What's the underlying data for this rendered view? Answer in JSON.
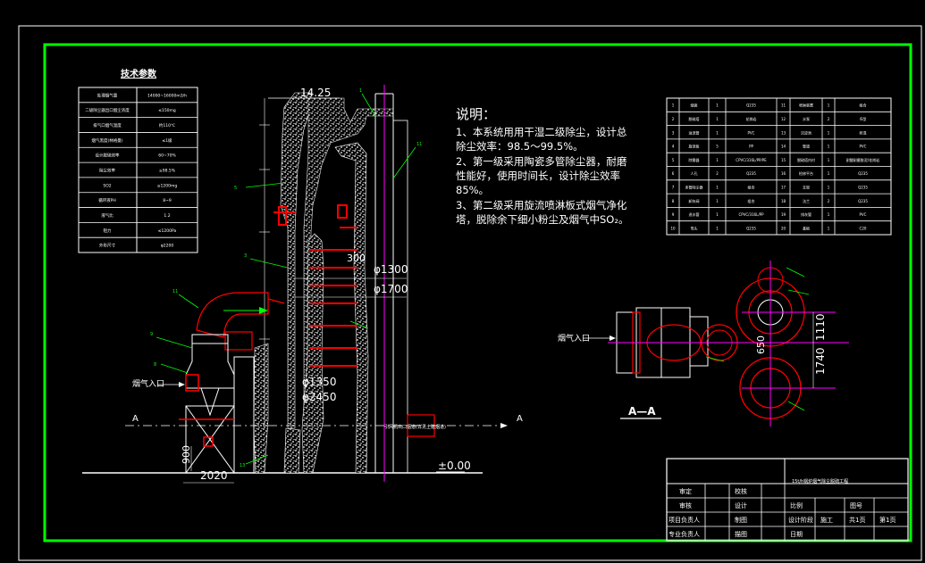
{
  "colors": {
    "background": "#000000",
    "frame": "#00ff00",
    "line": "#ffffff",
    "accent_red": "#ff0000",
    "magenta": "#ff00ff",
    "green_leader": "#00ff00"
  },
  "params_table": {
    "title": "技术参数",
    "rows": [
      {
        "name": "处理烟气量",
        "value": "14000~16000m3/h"
      },
      {
        "name": "二级除尘器出口烟尘浓度",
        "value": "≤150mg"
      },
      {
        "name": "排气口烟气温度",
        "value": "约110℃"
      },
      {
        "name": "烟气黑度(林格曼)",
        "value": "≤1级"
      },
      {
        "name": "设计脱硫效率",
        "value": "60~70%"
      },
      {
        "name": "除尘效率",
        "value": "≥98.5%"
      },
      {
        "name": "SO2",
        "value": "≤1200mg"
      },
      {
        "name": "循环液PH",
        "value": "8~9"
      },
      {
        "name": "液气比",
        "value": "1.2"
      },
      {
        "name": "阻力",
        "value": "≤1200Pa"
      },
      {
        "name": "外形尺寸",
        "value": "φ2200"
      }
    ]
  },
  "notes": {
    "title": "说明：",
    "lines": [
      "1、本系统用用干湿二级除尘，设计总",
      "除尘效率：98.5～99.5%。",
      "2、第一级采用陶瓷多管除尘器，耐磨",
      "性能好，使用时间长，设计除尘效率",
      "85%。",
      "3、第二级采用旋流喷淋板式烟气净化",
      "塔，脱除余下细小粉尘及烟气中SO₂。"
    ]
  },
  "parts_table": {
    "rows": [
      [
        "1",
        "烟囱",
        "1",
        "Q235",
        "11",
        "喷淋装置",
        "1",
        "组合"
      ],
      [
        "2",
        "脱硫塔",
        "1",
        "花岗岩",
        "12",
        "水泵",
        "2",
        "IS型"
      ],
      [
        "3",
        "溢流管",
        "1",
        "PVC",
        "13",
        "沉淀池",
        "1",
        "砖混"
      ],
      [
        "4",
        "旋流板",
        "5",
        "PP",
        "14",
        "管道",
        "1",
        "PVC"
      ],
      [
        "5",
        "除雾器",
        "1",
        "CPVC/316L/PP/PE",
        "15",
        "脱硫塔内衬",
        "1",
        "耐酸耐磨胶泥/花岗岩"
      ],
      [
        "6",
        "人孔",
        "2",
        "Q235",
        "16",
        "检修平台",
        "1",
        "Q235"
      ],
      [
        "7",
        "多管除尘器",
        "1",
        "组合",
        "17",
        "支架",
        "1",
        "Q235"
      ],
      [
        "8",
        "卸灰阀",
        "1",
        "组合",
        "18",
        "法兰",
        "2",
        "Q235"
      ],
      [
        "9",
        "进水管",
        "1",
        "CPVC/316L/PP",
        "19",
        "排灰管",
        "1",
        "PVC"
      ],
      [
        "10",
        "弯头",
        "1",
        "Q235",
        "20",
        "基础",
        "1",
        "C20"
      ]
    ]
  },
  "elevation": {
    "top_mark": "14.25",
    "ground_mark": "±0.00",
    "dia_1300": "φ1300",
    "dia_1700": "φ1700",
    "dia_1350": "φ1350",
    "dia_2450": "φ2450",
    "dim_300": "300",
    "dim_900": "900",
    "dim_2020": "2020",
    "inlet_label": "烟气入口",
    "section_mark": "A",
    "pipe_note": "引风机出口烟道(详见土建烟道)"
  },
  "plan_view": {
    "title": "A—A",
    "inlet_label": "烟气入口",
    "dim_1110": "1110",
    "dim_1740": "1740",
    "dim_650": "650"
  },
  "title_block": {
    "project": "15t/h锅炉烟气除尘脱硫工程",
    "labels": [
      "审定",
      "校核",
      "审核",
      "设计",
      "比例",
      "图号",
      "项目负责人",
      "制图",
      "设计阶段",
      "施工",
      "共1页",
      "第1页",
      "专业负责人",
      "描图",
      "日期"
    ]
  }
}
